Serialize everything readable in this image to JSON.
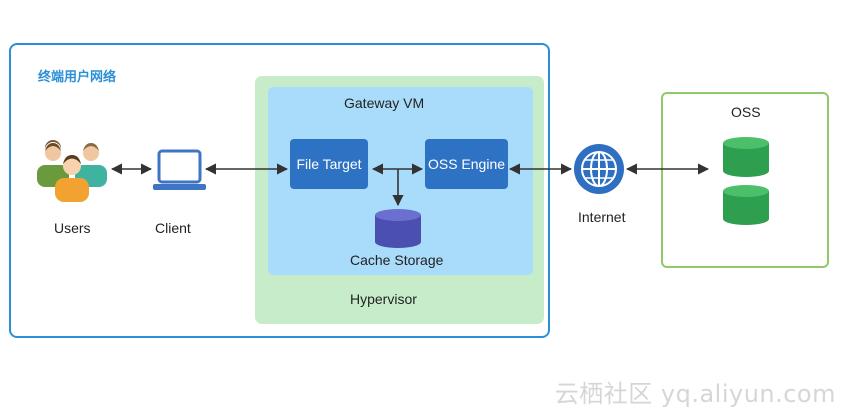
{
  "network": {
    "label": "终端用户网络"
  },
  "hypervisor": {
    "label": "Hypervisor"
  },
  "gateway": {
    "label": "Gateway VM"
  },
  "buttons": {
    "file_target": "File Target",
    "oss_engine": "OSS Engine"
  },
  "nodes": {
    "users": "Users",
    "client": "Client",
    "cache": "Cache Storage",
    "internet": "Internet",
    "oss": "OSS"
  },
  "watermark": "云栖社区 yq.aliyun.com",
  "icons": [
    "users-icon",
    "laptop-icon",
    "database-icon",
    "globe-icon"
  ],
  "colors": {
    "network_border": "#2b8fd6",
    "hypervisor_fill": "#c7ecca",
    "gateway_fill": "#a9dcfb",
    "button_fill": "#2e72c4",
    "oss_border": "#8fc96a",
    "bucket_green": "#2e9e4f",
    "cache_purple": "#4a4fb0"
  }
}
